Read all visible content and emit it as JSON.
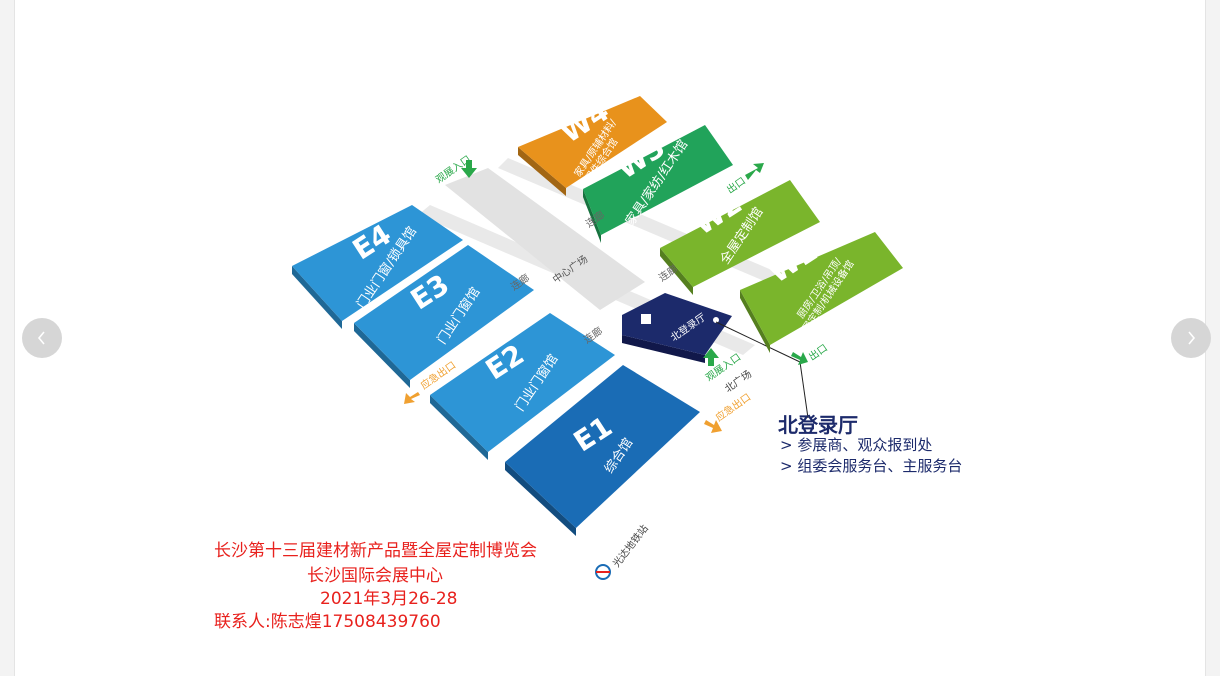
{
  "map": {
    "halls": [
      {
        "code": "W4",
        "sub1": "家具/原辅材料/",
        "sub2": "配件综合馆",
        "color": "#e8921c"
      },
      {
        "code": "W3",
        "sub1": "家具/家纺/红木馆",
        "sub2": "",
        "color": "#21a35a"
      },
      {
        "code": "W2",
        "sub1": "全屋定制馆",
        "sub2": "",
        "color": "#7ab52c"
      },
      {
        "code": "W1",
        "sub1": "厨房/卫浴/吊顶/",
        "sub2": "全屋定制/机械设备馆",
        "color": "#7ab52c"
      },
      {
        "code": "E4",
        "sub1": "门业门窗/锁具馆",
        "sub2": "",
        "color": "#2d95d6"
      },
      {
        "code": "E3",
        "sub1": "门业门窗馆",
        "sub2": "",
        "color": "#2d95d6"
      },
      {
        "code": "E2",
        "sub1": "门业门窗馆",
        "sub2": "",
        "color": "#2d95d6"
      },
      {
        "code": "E1",
        "sub1": "综合馆",
        "sub2": "",
        "color": "#1a6cb5"
      }
    ],
    "plaza": "中心广场",
    "north_hall": "北登录厅",
    "corridors": [
      "连廊",
      "连廊",
      "连廊",
      "连廊"
    ],
    "entrances": [
      "观展入口",
      "观展入口"
    ],
    "exits": [
      "出口",
      "出口"
    ],
    "emergency_exits": [
      "应急出口",
      "应急出口"
    ],
    "north_square": "北广场",
    "metro": "光达地铁站",
    "colors": {
      "north_hall": "#1c2a6b",
      "plaza": "#e2e2e2",
      "arrow_green": "#2aa84a",
      "arrow_orange": "#f0a030"
    }
  },
  "info": {
    "title": "北登录厅",
    "lines": [
      "> 参展商、观众报到处",
      "> 组委会服务台、主服务台"
    ]
  },
  "event": {
    "line1": "长沙第十三届建材新产品暨全屋定制博览会",
    "line2": "长沙国际会展中心",
    "line3": "2021年3月26-28",
    "line4": "联系人:陈志煌17508439760"
  },
  "nav": {
    "prev_icon": "chevron-left-icon",
    "next_icon": "chevron-right-icon"
  }
}
